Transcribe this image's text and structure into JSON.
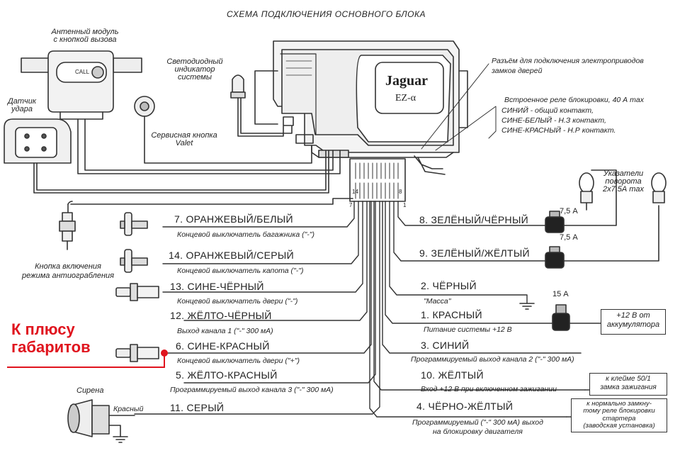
{
  "title": "СХЕМА ПОДКЛЮЧЕНИЯ ОСНОВНОГО БЛОКА",
  "unit": {
    "brand": "Jaguar",
    "model": "EZ-α",
    "pin_left": "14",
    "pin_right": "8",
    "pin_left_bottom": "7",
    "pin_right_bottom": "1"
  },
  "components": {
    "antenna": "Антенный модуль\nс кнопкой вызова",
    "antenna_button": "CALL",
    "shock": "Датчик\nудара",
    "led": "Светодиодный\nиндикатор\nсистемы",
    "valet": "Сервисная кнопка\nValet",
    "door_lock_connector": "Разъём для подключения электроприводов\nзамков дверей",
    "relay": "Встроенное реле блокировки, 40 А max",
    "relay_blue": "СИНИЙ - общий контакт,",
    "relay_blue_white": "СИНЕ-БЕЛЫЙ - Н.З контакт,",
    "relay_blue_red": "СИНЕ-КРАСНЫЙ - Н.Р контакт.",
    "turn_signals": "Указатели\nповорота\n2х7,5А max",
    "antihijack": "Кнопка включения\nрежима антиограбления",
    "siren": "Сирена",
    "siren_wire": "Красный"
  },
  "left_wires": [
    {
      "name": "7. ОРАНЖЕВЫЙ/БЕЛЫЙ",
      "desc": "Концевой выключатель багажника (\"-\")"
    },
    {
      "name": "14. ОРАНЖЕВЫЙ/СЕРЫЙ",
      "desc": "Концевой выключатель капота (\"-\")"
    },
    {
      "name": "13. СИНЕ-ЧЁРНЫЙ",
      "desc": "Концевой выключатель двери (\"-\")"
    },
    {
      "name": "12. ЖЁЛТО-ЧЁРНЫЙ",
      "desc": "Выход канала 1 (\"-\" 300 мА)"
    },
    {
      "name": "6. СИНЕ-КРАСНЫЙ",
      "desc": "Концевой выключатель двери (\"+\")"
    },
    {
      "name": "5. ЖЁЛТО-КРАСНЫЙ",
      "desc": "Программируемый выход канала 3 (\"-\" 300 мА)"
    },
    {
      "name": "11. СЕРЫЙ",
      "desc": ""
    }
  ],
  "right_wires": [
    {
      "name": "8. ЗЕЛЁНЫЙ/ЧЁРНЫЙ",
      "desc": "",
      "fuse": "7,5 А"
    },
    {
      "name": "9. ЗЕЛЁНЫЙ/ЖЁЛТЫЙ",
      "desc": "",
      "fuse": "7,5 А"
    },
    {
      "name": "2. ЧЁРНЫЙ",
      "desc": "\"Масса\""
    },
    {
      "name": "1. КРАСНЫЙ",
      "desc": "Питание системы +12 В",
      "fuse": "15 А"
    },
    {
      "name": "3. СИНИЙ",
      "desc": "Программируемый выход канала 2 (\"-\" 300 мА)"
    },
    {
      "name": "10. ЖЁЛТЫЙ",
      "desc": "Вход +12 В при включенном зажигании"
    },
    {
      "name": "4. ЧЁРНО-ЖЁЛТЫЙ",
      "desc": "Программируемый (\"-\" 300 мА) выход\nна блокировку двигателя"
    }
  ],
  "boxes": {
    "battery": "+12 В от\nаккумулятора",
    "ignition": "к клейме 50/1\nзамка зажигания",
    "starter": "к нормально замкну-\nтому реле блокировки\nстартера\n(заводская установка)"
  },
  "annotation": "К плюсу\nгабаритов",
  "colors": {
    "ink": "#222222",
    "annotation": "#e0141e"
  }
}
